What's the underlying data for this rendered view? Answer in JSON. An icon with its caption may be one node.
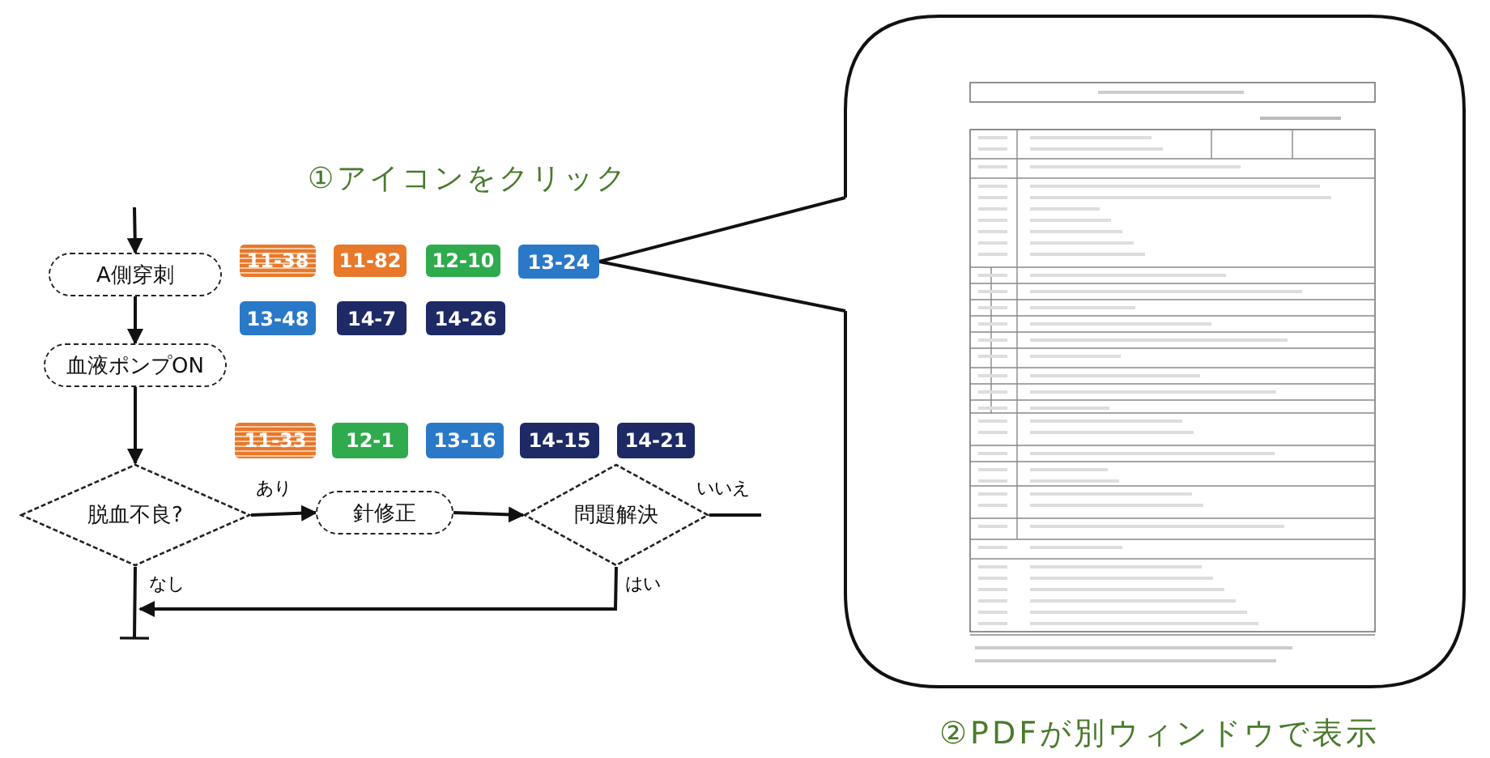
{
  "diagram": {
    "nodes": [
      {
        "text": [
          "A側穿刺"
        ]
      },
      {
        "text": [
          "血液ポンプON"
        ]
      },
      {
        "text": [
          "脱血不良?"
        ]
      },
      {
        "text": [
          "針修正"
        ]
      },
      {
        "text": [
          "問題解決"
        ]
      },
      {
        "text": [
          "11-38"
        ]
      },
      {
        "text": [
          "11-82"
        ]
      },
      {
        "text": [
          "12-10"
        ]
      },
      {
        "text": [
          "13-24"
        ]
      },
      {
        "text": [
          "13-48"
        ]
      },
      {
        "text": [
          "14-7"
        ]
      },
      {
        "text": [
          "14-26"
        ]
      },
      {
        "text": [
          "11-33"
        ]
      },
      {
        "text": [
          "12-1"
        ]
      },
      {
        "text": [
          "13-16"
        ]
      },
      {
        "text": [
          "14-15"
        ]
      },
      {
        "text": [
          "14-21"
        ]
      },
      {
        "text": [],
        "shape": "box"
      }
    ],
    "edges": [
      {
        "from": null,
        "to": 0,
        "arrow": "to"
      },
      {
        "from": 0,
        "to": 1,
        "arrow": "to"
      },
      {
        "from": 1,
        "to": 2,
        "arrow": "to"
      },
      {
        "from": 2,
        "to": 3,
        "arrow": "to",
        "label": "あり"
      },
      {
        "from": 3,
        "to": 4,
        "arrow": "to"
      },
      {
        "from": 4,
        "to": null,
        "arrow": "none",
        "label": "いいえ"
      },
      {
        "from": 4,
        "to": 2,
        "arrow": "to",
        "label": "はい"
      },
      {
        "from": 2,
        "to": null,
        "arrow": "other",
        "label": "なし"
      },
      {
        "from": 8,
        "to": 17,
        "arrow": "none"
      }
    ],
    "labels": [
      "①アイコンをクリック",
      "②PDFが別ウィンドウで表示"
    ]
  }
}
